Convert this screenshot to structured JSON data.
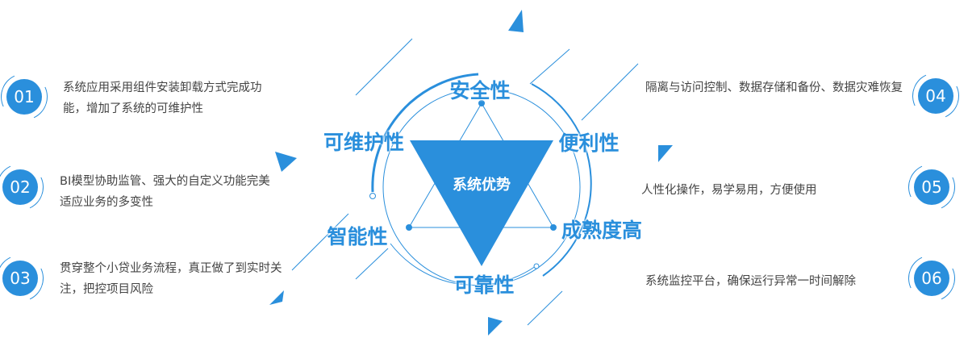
{
  "center_title": "系统优势",
  "attributes": [
    "安全性",
    "可维护性",
    "便利性",
    "智能性",
    "成熟度高",
    "可靠性"
  ],
  "items": [
    {
      "num": "01",
      "text": "系统应用采用组件安装卸载方式完成功能，增加了系统的可维护性"
    },
    {
      "num": "02",
      "text": "BI模型协助监管、强大的自定义功能完美适应业务的多变性"
    },
    {
      "num": "03",
      "text": "贯穿整个小贷业务流程，真正做了到实时关注，把控项目风险"
    },
    {
      "num": "04",
      "text": "隔离与访问控制、数据存储和备份、数据灾难恢复"
    },
    {
      "num": "05",
      "text": "人性化操作，易学易用，方便使用"
    },
    {
      "num": "06",
      "text": "系统监控平台，确保运行异常一时间解除"
    }
  ],
  "colors": {
    "accent": "#2a8fdc",
    "text": "#444444"
  }
}
